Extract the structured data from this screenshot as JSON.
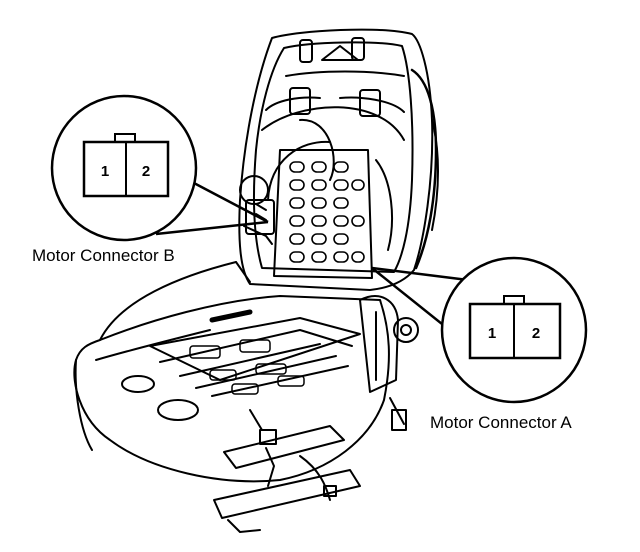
{
  "diagram": {
    "connector_b": {
      "label": "Motor Connector B",
      "pins": [
        "1",
        "2"
      ]
    },
    "connector_a": {
      "label": "Motor Connector A",
      "pins": [
        "1",
        "2"
      ]
    }
  }
}
